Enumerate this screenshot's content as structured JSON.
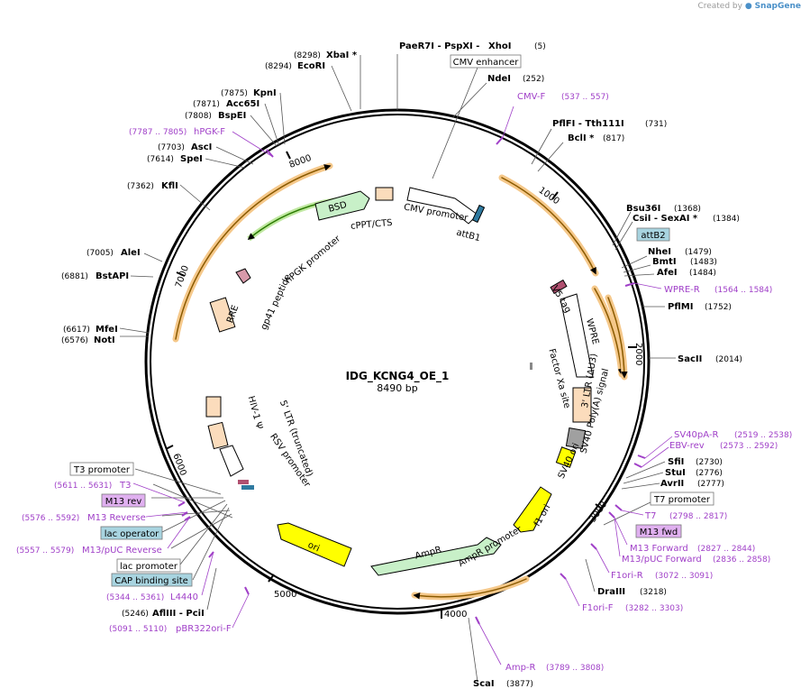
{
  "credit": {
    "prefix": "Created by",
    "brand": "SnapGene"
  },
  "map": {
    "name": "IDG_KCNG4_OE_1",
    "length": "8490 bp"
  },
  "ticks": [
    "1000",
    "2000",
    "3000",
    "4000",
    "5000",
    "6000",
    "7000",
    "8000"
  ],
  "sites": [
    {
      "pos": "(5)",
      "name": "XhoI"
    },
    {
      "pos": "",
      "name": "PaeR7I - PspXI -"
    },
    {
      "pos": "(252)",
      "name": "NdeI"
    },
    {
      "pos": "(731)",
      "name": "PflFI - Tth111I"
    },
    {
      "pos": "(817)",
      "name": "BclI *"
    },
    {
      "pos": "(1368)",
      "name": "Bsu36I"
    },
    {
      "pos": "(1384)",
      "name": "CsiI - SexAI *"
    },
    {
      "pos": "(1479)",
      "name": "NheI"
    },
    {
      "pos": "(1483)",
      "name": "BmtI"
    },
    {
      "pos": "(1484)",
      "name": "AfeI"
    },
    {
      "pos": "(1752)",
      "name": "PflMI"
    },
    {
      "pos": "(2014)",
      "name": "SacII"
    },
    {
      "pos": "(2730)",
      "name": "SfiI"
    },
    {
      "pos": "(2776)",
      "name": "StuI"
    },
    {
      "pos": "(2777)",
      "name": "AvrII"
    },
    {
      "pos": "(3218)",
      "name": "DraIII"
    },
    {
      "pos": "(3877)",
      "name": "ScaI"
    },
    {
      "pos": "(5246)",
      "name": "AflIII - PciI"
    },
    {
      "pos": "(6576)",
      "name": "NotI"
    },
    {
      "pos": "(6617)",
      "name": "MfeI"
    },
    {
      "pos": "(6881)",
      "name": "BstAPI"
    },
    {
      "pos": "(7005)",
      "name": "AleI"
    },
    {
      "pos": "(7362)",
      "name": "KflI"
    },
    {
      "pos": "(7614)",
      "name": "SpeI"
    },
    {
      "pos": "(7703)",
      "name": "AscI"
    },
    {
      "pos": "(7808)",
      "name": "BspEI"
    },
    {
      "pos": "(7871)",
      "name": "Acc65I"
    },
    {
      "pos": "(7875)",
      "name": "KpnI"
    },
    {
      "pos": "(8294)",
      "name": "EcoRI"
    },
    {
      "pos": "(8298)",
      "name": "XbaI *"
    }
  ],
  "primers": [
    {
      "name": "CMV-F",
      "pos": "(537 .. 557)"
    },
    {
      "name": "WPRE-R",
      "pos": "(1564 .. 1584)"
    },
    {
      "name": "SV40pA-R",
      "pos": "(2519 .. 2538)"
    },
    {
      "name": "EBV-rev",
      "pos": "(2573 .. 2592)"
    },
    {
      "name": "T7",
      "pos": "(2798 .. 2817)"
    },
    {
      "name": "M13 Forward",
      "pos": "(2827 .. 2844)"
    },
    {
      "name": "M13/pUC Forward",
      "pos": "(2836 .. 2858)"
    },
    {
      "name": "F1ori-R",
      "pos": "(3072 .. 3091)"
    },
    {
      "name": "F1ori-F",
      "pos": "(3282 .. 3303)"
    },
    {
      "name": "Amp-R",
      "pos": "(3789 .. 3808)"
    },
    {
      "name": "pBR322ori-F",
      "pos": "(5091 .. 5110)"
    },
    {
      "name": "L4440",
      "pos": "(5344 .. 5361)"
    },
    {
      "name": "M13/pUC Reverse",
      "pos": "(5557 .. 5579)"
    },
    {
      "name": "M13 Reverse",
      "pos": "(5576 .. 5592)"
    },
    {
      "name": "T3",
      "pos": "(5611 .. 5631)"
    },
    {
      "name": "hPGK-F",
      "pos": "(7787 .. 7805)"
    }
  ],
  "boxes": {
    "cmv_enhancer": "CMV enhancer",
    "attb2": "attB2",
    "t7_promoter": "T7 promoter",
    "m13_fwd": "M13 fwd",
    "t3_promoter": "T3 promoter",
    "m13_rev": "M13 rev",
    "lac_operator": "lac operator",
    "lac_promoter": "lac promoter",
    "cap_site": "CAP binding site"
  },
  "features": {
    "bsd": "BSD",
    "cppt": "cPPT/CTS",
    "cmv_promoter": "CMV promoter",
    "attb1": "attB1",
    "hpgk": "hPGK promoter",
    "gp41": "gp41 peptide",
    "rre": "RRE",
    "v5": "V5 tag",
    "wpre": "WPRE",
    "factor_xa": "Factor Xa site",
    "ltr3": "3' LTR (ΔU3)",
    "sv40pa": "SV40 Poly(A) signal",
    "sv40ori": "SV40 ori",
    "f1ori": "f1 ori",
    "ampr": "AmpR",
    "ampr_promoter": "AmpR promoter",
    "ori": "ori",
    "ltr5": "5' LTR (truncated)",
    "hiv_psi": "HIV-1 Ψ",
    "rsv": "RSV promoter"
  },
  "colors": {
    "orf": "#f0a830",
    "bsd": "#c8f0c8",
    "promoter": "#ffffff",
    "ori": "#ffff00",
    "ltr": "#fbdcbc",
    "primer": "#a040c8",
    "misc_box": "#a8d4e0",
    "m13_box": "#e0b0f0",
    "polya": "#a0a0a0"
  }
}
